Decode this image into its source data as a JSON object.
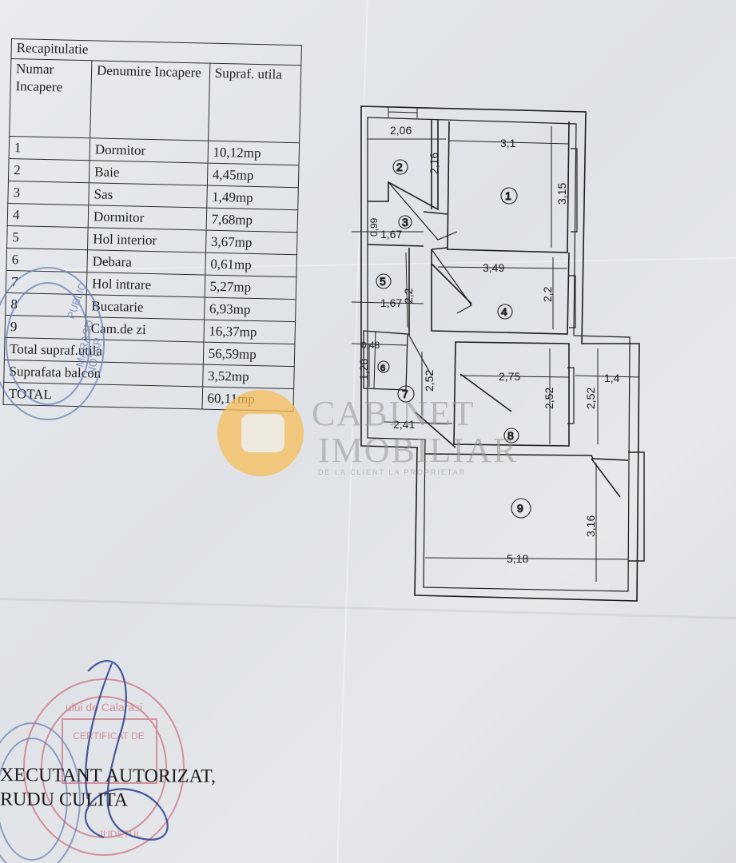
{
  "summary_table": {
    "title": "Recapitulatie",
    "headers": {
      "number": "Numar Incapere",
      "name": "Denumire Incapere",
      "area": "Supraf. utila"
    },
    "rows": [
      {
        "num": "1",
        "name": "Dormitor",
        "area": "10,12mp"
      },
      {
        "num": "2",
        "name": "Baie",
        "area": "4,45mp"
      },
      {
        "num": "3",
        "name": "Sas",
        "area": "1,49mp"
      },
      {
        "num": "4",
        "name": "Dormitor",
        "area": "7,68mp"
      },
      {
        "num": "5",
        "name": "Hol interior",
        "area": "3,67mp"
      },
      {
        "num": "6",
        "name": "Debara",
        "area": "0,61mp"
      },
      {
        "num": "7",
        "name": "Hol intrare",
        "area": "5,27mp"
      },
      {
        "num": "8",
        "name": "Bucatarie",
        "area": "6,93mp"
      },
      {
        "num": "9",
        "name": "Cam.de zi",
        "area": "16,37mp"
      }
    ],
    "total_label": "Total supraf.utila",
    "total_value": "56,59mp",
    "balcony_label": "Suprafata balcon",
    "balcony_value": "3,52mp",
    "grand_total_label": "TOTAL",
    "grand_total_value": "60,11mp"
  },
  "floor_plan": {
    "room_numbers": [
      "1",
      "2",
      "3",
      "4",
      "5",
      "6",
      "7",
      "8",
      "9"
    ],
    "dimensions": [
      "2,06",
      "3,1",
      "2,16",
      "3,15",
      "0,99",
      "1,67",
      "3,49",
      "1,67",
      "2,2",
      "2,2",
      "0,48",
      "1,28",
      "2,52",
      "2,75",
      "2,52",
      "2,52",
      "1,4",
      "2,41",
      "3,16",
      "5,18"
    ]
  },
  "watermark": {
    "line1": "CABINET",
    "line2": "IMOBILIAR",
    "tagline": "DE LA CLIENT LA PROPRIETAR",
    "logo_color": "#f6be5a"
  },
  "footer": {
    "line1": "XECUTANT AUTORIZAT,",
    "line2": "RUDU CULITA"
  },
  "stamps": {
    "left_stamp_text": [
      "MARASU",
      "NOTAR",
      "PUBLIC"
    ],
    "bottom_stamp_text": [
      "ului de Calarasi",
      "CERTIFICAT DE",
      "JUDETUL"
    ],
    "stamp_color": "#6a7fb5",
    "red_stamp_color": "#c85a6a"
  }
}
